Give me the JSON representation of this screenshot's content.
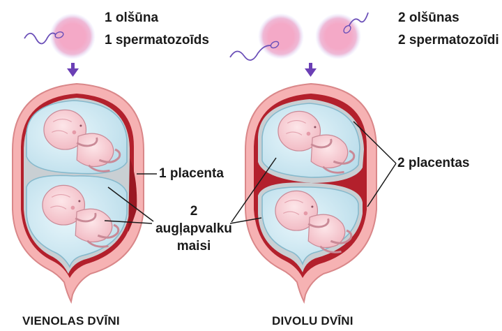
{
  "identical": {
    "egg_label": "1 olšūna",
    "sperm_label": "1 spermatozoīds",
    "placenta_label": "1 placenta",
    "caption": "VIENOLAS DVĪNI"
  },
  "shared": {
    "amniotic_sacs_line1": "2",
    "amniotic_sacs_line2": "augļapvalku",
    "amniotic_sacs_line3": "maisi"
  },
  "fraternal": {
    "egg_label": "2 olšūnas",
    "sperm_label": "2 spermatozoīdi",
    "placenta_label": "2 placentas",
    "caption": "DIVOLU DVĪNI"
  },
  "colors": {
    "uterus_wall": "#f2a7a8",
    "placenta": "#b3202c",
    "amniotic_fluid": "#bfe2f0",
    "egg": "#f3a7c5",
    "arrow": "#6b3fb5"
  },
  "icons": {
    "egg": "egg-icon",
    "sperm": "sperm-icon",
    "arrow": "arrow-down-icon",
    "fetus": "fetus-icon"
  }
}
